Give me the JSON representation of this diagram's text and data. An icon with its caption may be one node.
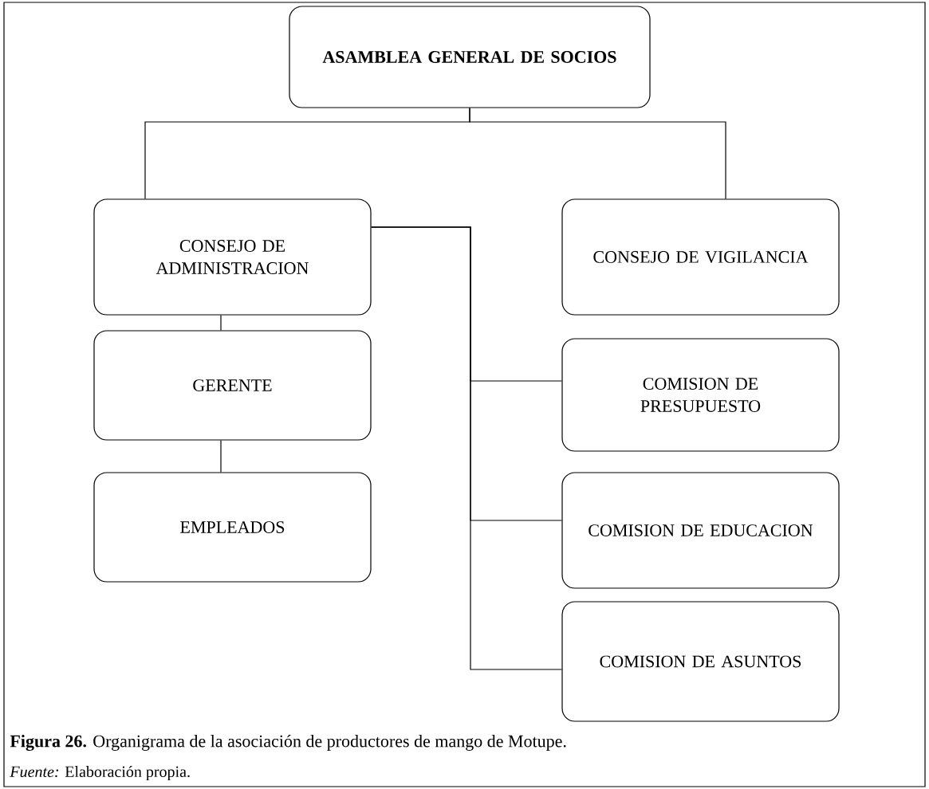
{
  "diagram": {
    "caption": "**Figura 26.** Organigrama de la asociación de productores de mango de Motupe.",
    "nodes": [
      {
        "text": [
          "ASAMBLEA GENERAL DE SOCIOS"
        ]
      },
      {
        "text": [
          "CONSEJO DE ADMINISTRACION"
        ]
      },
      {
        "text": [
          "CONSEJO DE VIGILANCIA"
        ]
      },
      {
        "text": [
          "GERENTE"
        ]
      },
      {
        "text": [
          "COMISION DE PRESUPUESTO"
        ]
      },
      {
        "text": [
          "EMPLEADOS"
        ]
      },
      {
        "text": [
          "COMISION DE EDUCACION"
        ]
      },
      {
        "text": [
          "COMISION DE ASUNTOS"
        ]
      }
    ],
    "edges": [
      {
        "from": 0,
        "to": 1,
        "arrow": "none"
      },
      {
        "from": 0,
        "to": 2,
        "arrow": "none"
      },
      {
        "from": 1,
        "to": 3,
        "arrow": "none"
      },
      {
        "from": 3,
        "to": 5,
        "arrow": "none"
      },
      {
        "from": 1,
        "to": 4,
        "arrow": "none"
      },
      {
        "from": 1,
        "to": 6,
        "arrow": "none"
      },
      {
        "from": 1,
        "to": 7,
        "arrow": "none"
      }
    ],
    "labels": [
      "*Fuente:* Elaboración propia."
    ]
  }
}
